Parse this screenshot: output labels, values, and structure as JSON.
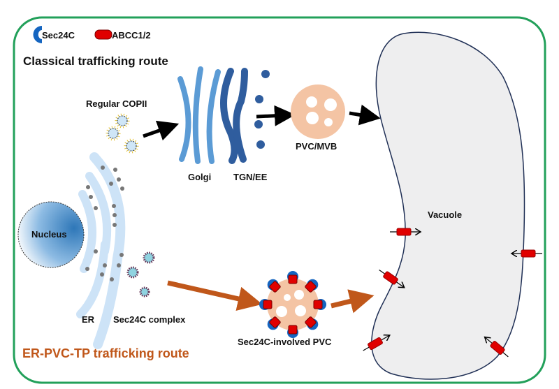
{
  "legend": {
    "items": [
      {
        "icon": "sec24c-icon",
        "label": "Sec24C",
        "color": "#1565c0"
      },
      {
        "icon": "abcc-transporter-icon",
        "label": "ABCC1/2",
        "color": "#e00000"
      }
    ]
  },
  "routes": {
    "classical": "Classical trafficking route",
    "alternative": "ER-PVC-TP trafficking route"
  },
  "labels": {
    "regular_copii": "Regular COPII",
    "golgi": "Golgi",
    "tgn_ee": "TGN/EE",
    "pvc_mvb": "PVC/MVB",
    "nucleus": "Nucleus",
    "er": "ER",
    "sec24c_complex": "Sec24C complex",
    "sec24c_pvc": "Sec24C-involved PVC",
    "vacuole": "Vacuole"
  },
  "colors": {
    "frame": "#22a05a",
    "golgi": "#5b9bd5",
    "tgn": "#2f5d9e",
    "pvc": "#f4c4a4",
    "er": "#cde3f7",
    "vacuole": "#eeeeef",
    "orange_route": "#c0571a",
    "transporter": "#e00000"
  }
}
